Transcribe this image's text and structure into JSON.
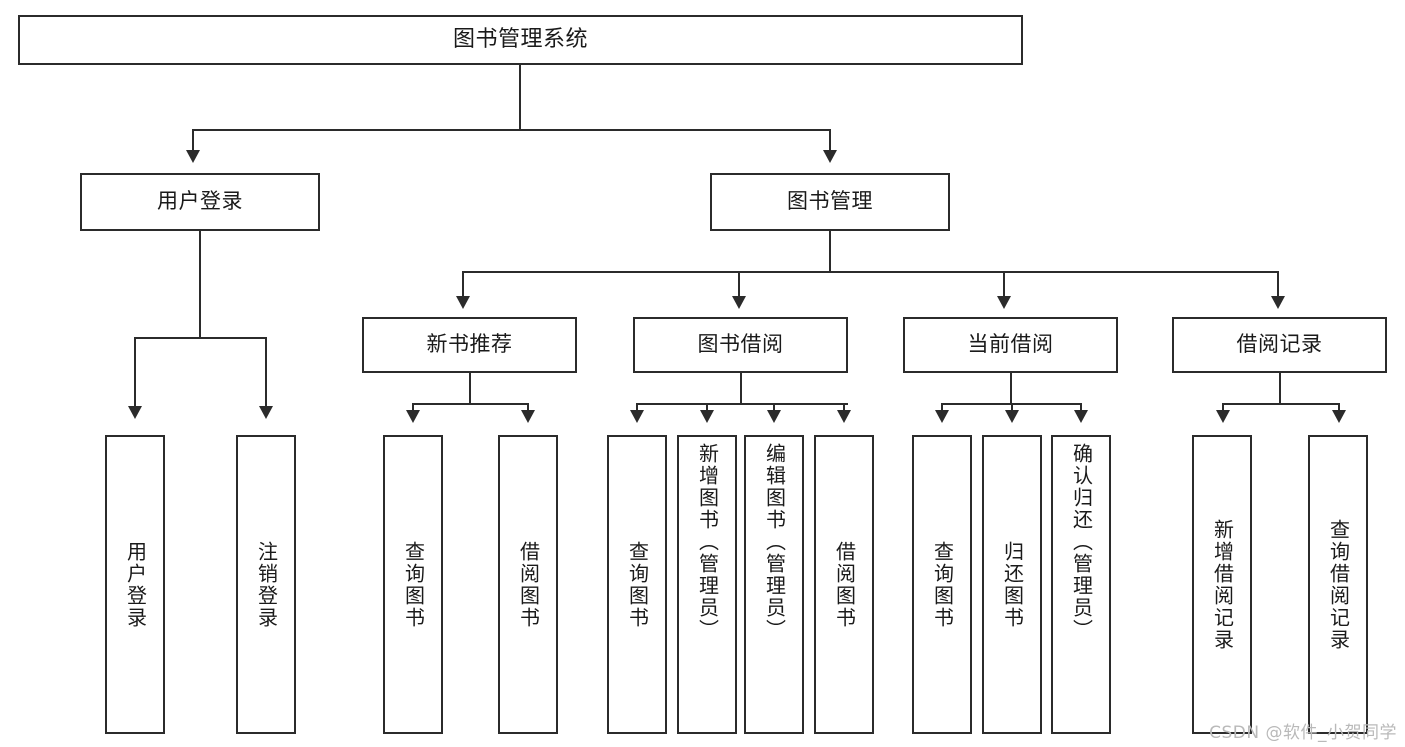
{
  "diagram": {
    "type": "tree",
    "title": "图书管理系统",
    "watermark": "CSDN @软件_小贺同学",
    "colors": {
      "background": "#ffffff",
      "border": "#2b2b2b",
      "text": "#1a1a1a",
      "watermark": "#b9b9b9"
    },
    "root": {
      "label": "图书管理系统"
    },
    "level2": [
      {
        "label": "用户登录"
      },
      {
        "label": "图书管理"
      }
    ],
    "level3": [
      {
        "label": "新书推荐"
      },
      {
        "label": "图书借阅"
      },
      {
        "label": "当前借阅"
      },
      {
        "label": "借阅记录"
      }
    ],
    "leaves": {
      "user_login": [
        {
          "label": "用户登录"
        },
        {
          "label": "注销登录"
        }
      ],
      "new_book_recommend": [
        {
          "label": "查询图书"
        },
        {
          "label": "借阅图书"
        }
      ],
      "book_borrow": [
        {
          "label": "查询图书"
        },
        {
          "label": "新增图书（管理员）"
        },
        {
          "label": "编辑图书（管理员）"
        },
        {
          "label": "借阅图书"
        }
      ],
      "current_borrow": [
        {
          "label": "查询图书"
        },
        {
          "label": "归还图书"
        },
        {
          "label": "确认归还（管理员）"
        }
      ],
      "borrow_record": [
        {
          "label": "新增借阅记录"
        },
        {
          "label": "查询借阅记录"
        }
      ]
    }
  }
}
